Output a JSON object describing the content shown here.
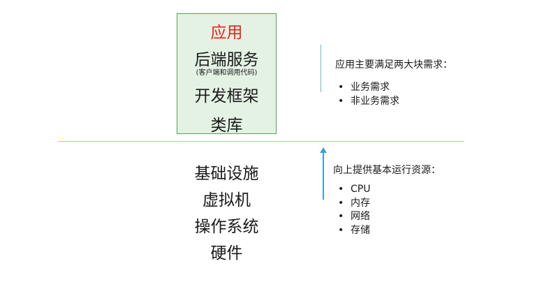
{
  "upper": {
    "items": [
      {
        "label": "应用",
        "highlight": true
      },
      {
        "label": "后端服务",
        "sub": "(客户端和调用代码)"
      },
      {
        "label": "开发框架"
      },
      {
        "label": "类库"
      }
    ],
    "note": {
      "title": "应用主要满足两大块需求：",
      "bullets": [
        "业务需求",
        "非业务需求"
      ]
    }
  },
  "lower": {
    "items": [
      {
        "label": "基础设施"
      },
      {
        "label": "虚拟机"
      },
      {
        "label": "操作系统"
      },
      {
        "label": "硬件"
      }
    ],
    "note": {
      "title": "向上提供基本运行资源：",
      "bullets": [
        "CPU",
        "内存",
        "网络",
        "存储"
      ]
    }
  },
  "colors": {
    "highlight": "#e8231a",
    "box_fill": "#e4f2e3",
    "box_border": "#4fa35b",
    "divider": "#f1c232",
    "arrow": "#3aa0d6"
  }
}
